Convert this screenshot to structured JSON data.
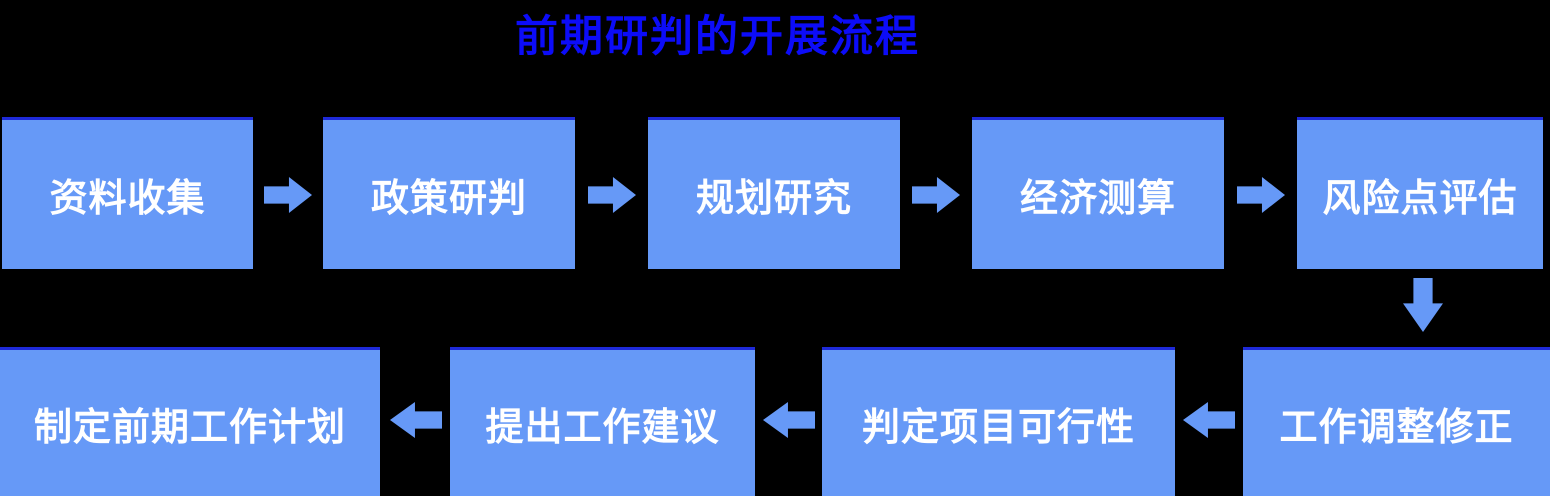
{
  "title": {
    "text": "前期研判的开展流程"
  },
  "colors": {
    "background": "#000000",
    "box_fill": "#6699f7",
    "box_top_border": "#1e2ad9",
    "arrow_fill": "#6699f7",
    "title_color": "#0c0cf8",
    "box_text_color": "#ffffff"
  },
  "flow": {
    "row1": [
      {
        "label": "资料收集"
      },
      {
        "label": "政策研判"
      },
      {
        "label": "规划研究"
      },
      {
        "label": "经济测算"
      },
      {
        "label": "风险点评估"
      }
    ],
    "row2": [
      {
        "label": "制定前期工作计划"
      },
      {
        "label": "提出工作建议"
      },
      {
        "label": "判定项目可行性"
      },
      {
        "label": "工作调整修正"
      }
    ]
  }
}
